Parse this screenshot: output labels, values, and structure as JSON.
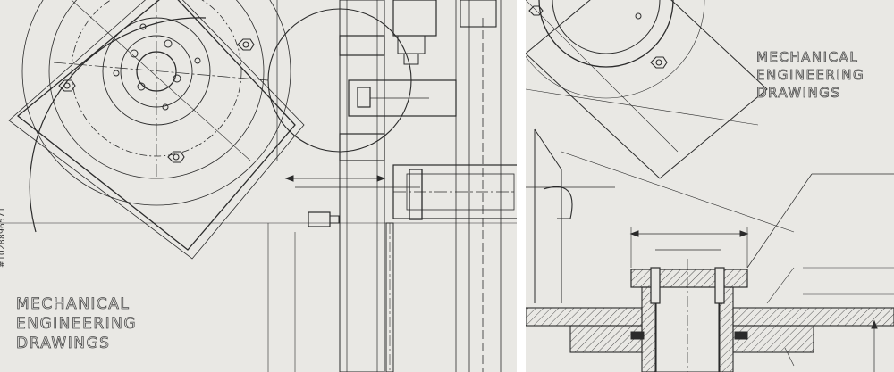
{
  "left_panel": {
    "title_lines": [
      "MECHANICAL",
      "ENGINEERING",
      "DRAWINGS"
    ]
  },
  "right_panel": {
    "title_lines": [
      "MECHANICAL",
      "ENGINEERING",
      "DRAWINGS"
    ]
  },
  "stock_id": "#102889​6571",
  "colors": {
    "background": "#e9e8e4",
    "line": "#2b2b2b",
    "hatch": "#555555",
    "watermark": "#d6d5d1"
  }
}
